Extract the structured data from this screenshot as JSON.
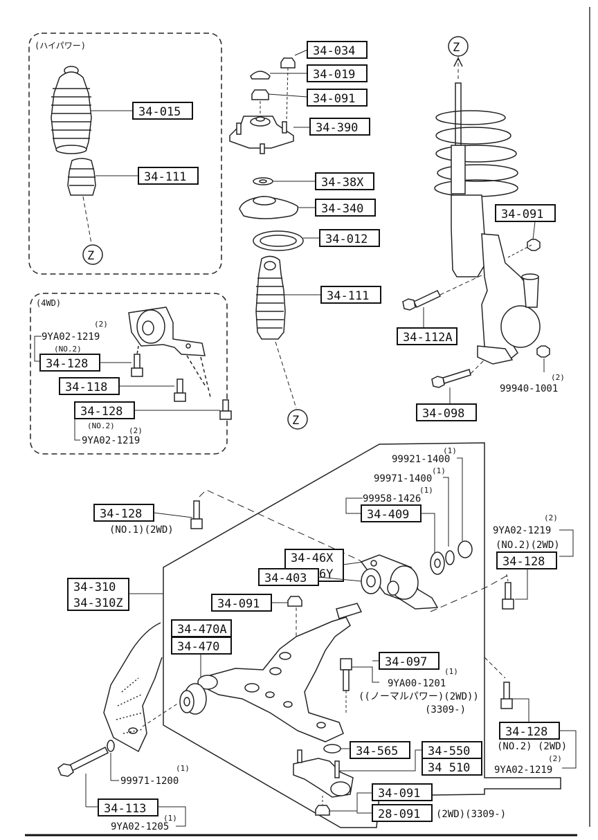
{
  "labels": {
    "high_power_box": "(ハイパワー)",
    "fourwd_box": "(4WD)",
    "z_marker": "Z"
  },
  "parts": {
    "p34_034": "34-034",
    "p34_019": "34-019",
    "p34_091_top": "34-091",
    "p34_390": "34-390",
    "p34_015": "34-015",
    "p34_111_left": "34-111",
    "p34_38x": "34-38X",
    "p34_340": "34-340",
    "p34_012": "34-012",
    "p34_111_mid": "34-111",
    "p34_091_strut": "34-091",
    "p34_112a": "34-112A",
    "p34_098": "34-098",
    "n99940_1001": "99940-1001",
    "q2_99940": "(2)",
    "fwd_q2a": "(2)",
    "fwd_9ya02_1219a": "9YA02-1219",
    "fwd_no2a": "(NO.2)",
    "fwd_34_128a": "34-128",
    "fwd_34_118": "34-118",
    "fwd_34_128b": "34-128",
    "fwd_no2b": "(NO.2)",
    "fwd_q2b": "(2)",
    "fwd_9ya02_1219b": "9YA02-1219",
    "n99921_1400": "99921-1400",
    "q1_99921": "(1)",
    "n99971_1400": "99971-1400",
    "q1_99971_1400": "(1)",
    "n99958_1426": "99958-1426",
    "q1_99958": "(1)",
    "p34_409": "34-409",
    "p34_128_no1": "34-128",
    "no1_2wd": "(NO.1)(2WD)",
    "q2_right_a": "(2)",
    "n9ya02_1219_right_a": "9YA02-1219",
    "no2_2wd_right_a": "(NO.2)(2WD)",
    "p34_128_right_a": "34-128",
    "p34_46x": "34-46X",
    "p34_46y": "34-46Y",
    "p34_403": "34-403",
    "p34_310": "34-310",
    "p34_310z": "34-310Z",
    "p34_091_arm": "34-091",
    "p34_470a": "34-470A",
    "p34_470": "34-470",
    "p34_097": "34-097",
    "q1_9ya00": "(1)",
    "n9ya00_1201": "9YA00-1201",
    "normal_power_note": "((ノーマルパワー)(2WD))",
    "n3309_a": "(3309-)",
    "p34_565": "34-565",
    "p34_550": "34-550",
    "p34_510": "34 510",
    "p34_091_ball": "34-091",
    "p28_091": "28-091",
    "note_2wd_3309": "(2WD)(3309-)",
    "p34_128_right_b": "34-128",
    "no2_2wd_right_b": "(NO.2) (2WD)",
    "q2_right_b": "(2)",
    "n9ya02_1219_right_b": "9YA02-1219",
    "q1_99971_1200": "(1)",
    "n99971_1200": "99971-1200",
    "p34_113": "34-113",
    "q1_9ya02_1205": "(1)",
    "n9ya02_1205": "9YA02-1205"
  }
}
